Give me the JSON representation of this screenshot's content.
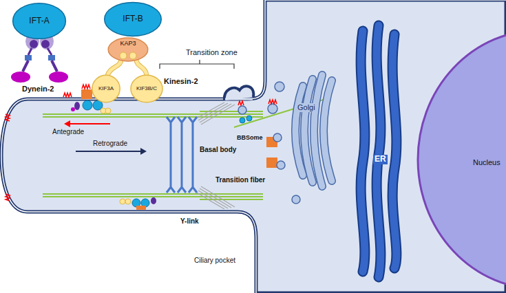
{
  "diagram": {
    "nodes": [
      {
        "text": [
          "IFT-A"
        ]
      },
      {
        "text": [
          "IFT-B"
        ]
      },
      {
        "text": [
          "KAP3"
        ]
      },
      {
        "text": [
          "KIF3A"
        ]
      },
      {
        "text": [
          "KIF3B/C"
        ]
      },
      {
        "text": [
          "Golgi"
        ]
      },
      {
        "text": [
          "ER"
        ]
      },
      {
        "text": [
          "Nucleus"
        ]
      }
    ],
    "labels": [
      "Dynein-2",
      "Kinesin-2",
      "Transition zone",
      "Antegrade",
      "Retrograde",
      "Basal body",
      "BBSome",
      "Transition fiber",
      "Y-link",
      "Ciliary pocket"
    ]
  }
}
